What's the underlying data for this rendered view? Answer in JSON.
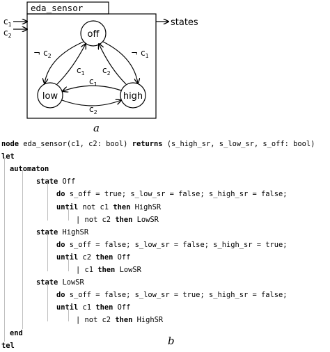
{
  "diagram": {
    "node_name": "eda_sensor",
    "inputs": [
      {
        "base": "c",
        "sub": "1"
      },
      {
        "base": "c",
        "sub": "2"
      }
    ],
    "output": "states",
    "states": {
      "off": "off",
      "low": "low",
      "high": "high"
    },
    "edges": {
      "off_low": {
        "neg": "¬",
        "base": "c",
        "sub": "2"
      },
      "off_high": {
        "neg": "¬",
        "base": "c",
        "sub": "1"
      },
      "low_off": {
        "base": "c",
        "sub": "1"
      },
      "high_off": {
        "base": "c",
        "sub": "2"
      },
      "high_low": {
        "base": "c",
        "sub": "1"
      },
      "low_high": {
        "base": "c",
        "sub": "2"
      }
    }
  },
  "caption_a": "a",
  "caption_b": "b",
  "code": [
    {
      "indent": 0,
      "parts": [
        {
          "t": "node",
          "kw": true
        },
        {
          "t": " eda_sensor(c1, c2: bool) "
        },
        {
          "t": "returns",
          "kw": true
        },
        {
          "t": " (s_high_sr, s_low_sr, s_off: bool)"
        }
      ]
    },
    {
      "indent": 0,
      "parts": [
        {
          "t": "let",
          "kw": true
        }
      ]
    },
    {
      "indent": 1,
      "parts": [
        {
          "t": "automaton",
          "kw": true
        }
      ]
    },
    {
      "indent": 2,
      "parts": [
        {
          "t": "state",
          "kw": true
        },
        {
          "t": " Off"
        }
      ]
    },
    {
      "indent": 3,
      "parts": [
        {
          "t": "do",
          "kw": true
        },
        {
          "t": " s_off = true; s_low_sr = false; s_high_sr = false;"
        }
      ]
    },
    {
      "indent": 3,
      "parts": [
        {
          "t": "until",
          "kw": true
        },
        {
          "t": " not c1 "
        },
        {
          "t": "then",
          "kw": true
        },
        {
          "t": " HighSR"
        }
      ]
    },
    {
      "indent": 4,
      "parts": [
        {
          "t": "| not c2 "
        },
        {
          "t": "then",
          "kw": true
        },
        {
          "t": " LowSR"
        }
      ]
    },
    {
      "indent": 2,
      "parts": [
        {
          "t": "state",
          "kw": true
        },
        {
          "t": " HighSR"
        }
      ]
    },
    {
      "indent": 3,
      "parts": [
        {
          "t": "do",
          "kw": true
        },
        {
          "t": " s_off = false; s_low_sr = false; s_high_sr = true;"
        }
      ]
    },
    {
      "indent": 3,
      "parts": [
        {
          "t": "until",
          "kw": true
        },
        {
          "t": " c2 "
        },
        {
          "t": "then",
          "kw": true
        },
        {
          "t": " Off"
        }
      ]
    },
    {
      "indent": 4,
      "parts": [
        {
          "t": "| c1 "
        },
        {
          "t": "then",
          "kw": true
        },
        {
          "t": " LowSR"
        }
      ]
    },
    {
      "indent": 2,
      "parts": [
        {
          "t": "state",
          "kw": true
        },
        {
          "t": " LowSR"
        }
      ]
    },
    {
      "indent": 3,
      "parts": [
        {
          "t": "do",
          "kw": true
        },
        {
          "t": " s_off = false; s_low_sr = true; s_high_sr = false;"
        }
      ]
    },
    {
      "indent": 3,
      "parts": [
        {
          "t": "until",
          "kw": true
        },
        {
          "t": " c1 "
        },
        {
          "t": "then",
          "kw": true
        },
        {
          "t": " Off"
        }
      ]
    },
    {
      "indent": 4,
      "parts": [
        {
          "t": "| not c2 "
        },
        {
          "t": "then",
          "kw": true
        },
        {
          "t": " HighSR"
        }
      ]
    },
    {
      "indent": 1,
      "parts": [
        {
          "t": "end",
          "kw": true
        }
      ]
    },
    {
      "indent": 0,
      "parts": [
        {
          "t": "tel",
          "kw": true
        }
      ]
    }
  ]
}
